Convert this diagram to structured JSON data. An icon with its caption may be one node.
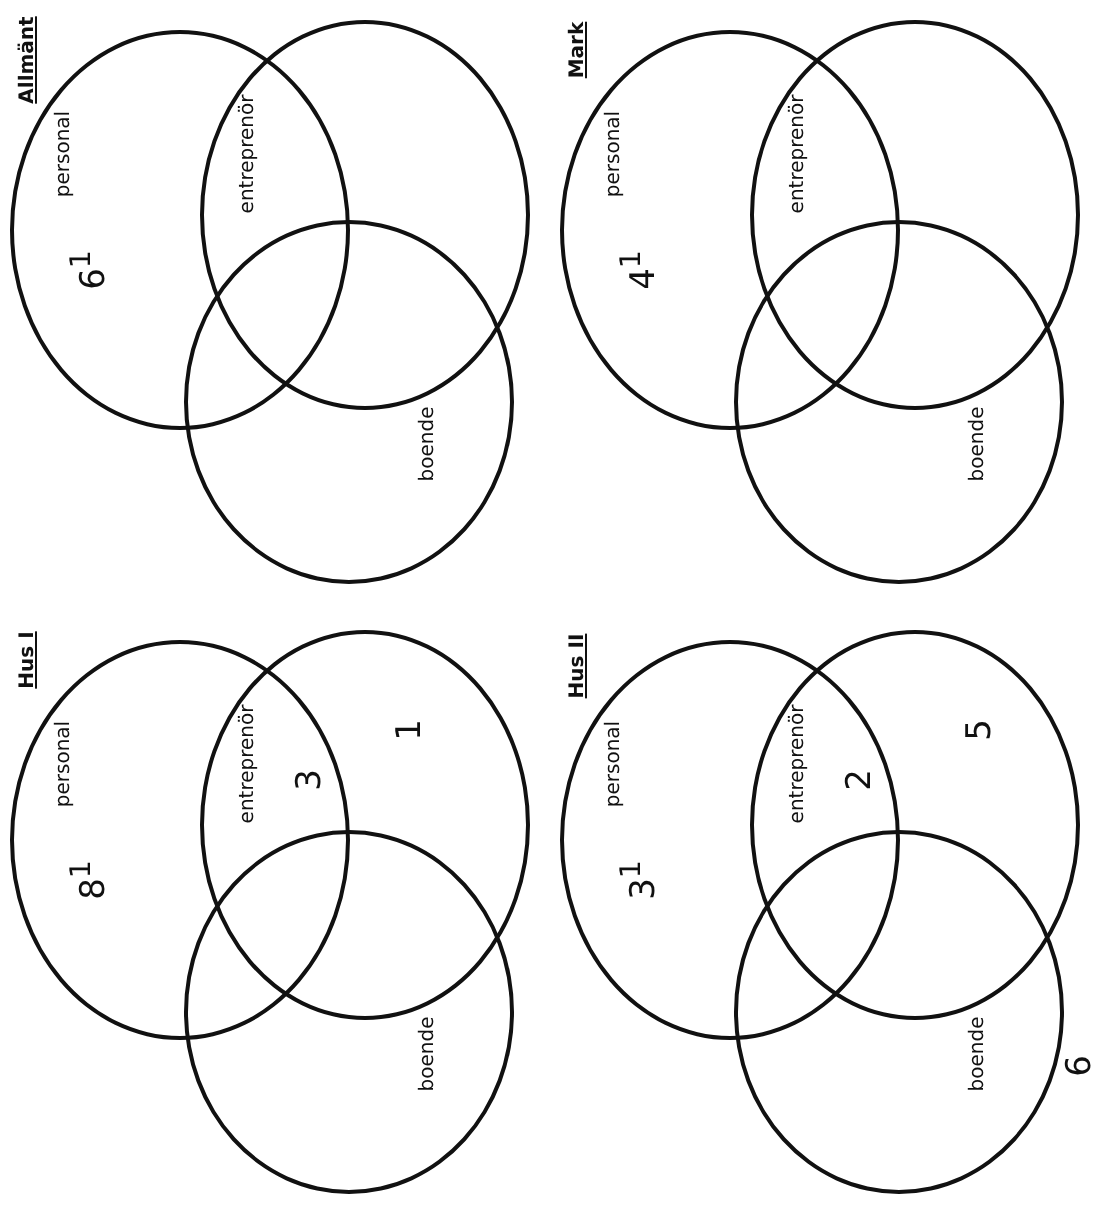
{
  "diagram": {
    "nodes": [
      {
        "text": [
          "personal"
        ]
      },
      {
        "text": [
          "entreprenör"
        ]
      },
      {
        "text": [
          "boende"
        ]
      },
      {
        "text": [
          "personal"
        ]
      },
      {
        "text": [
          "entreprenör"
        ]
      },
      {
        "text": [
          "boende"
        ]
      },
      {
        "text": [
          "personal"
        ]
      },
      {
        "text": [
          "entreprenör"
        ]
      },
      {
        "text": [
          "boende"
        ]
      },
      {
        "text": [
          "personal"
        ]
      },
      {
        "text": [
          "entreprenör"
        ]
      },
      {
        "text": [
          "boende"
        ]
      }
    ],
    "labels": [
      "Allmänt",
      "6$^{1}$",
      "Mark",
      "4$^{1}$",
      "Hus I",
      "8$^{1}$",
      "3",
      "1",
      "Hus II",
      "3$^{1}$",
      "2",
      "5",
      "6"
    ]
  }
}
